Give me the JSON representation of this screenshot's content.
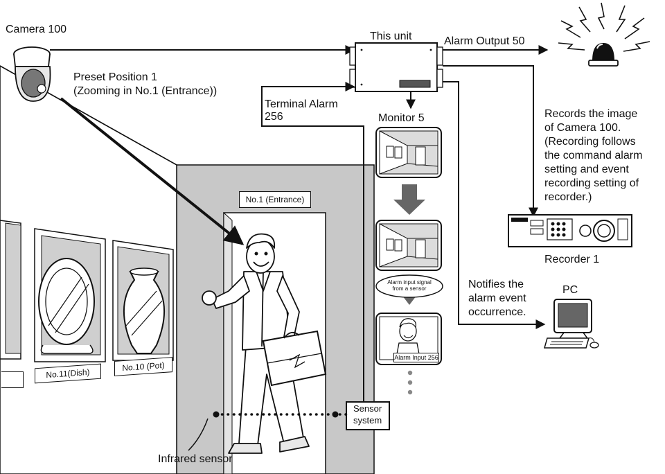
{
  "labels": {
    "camera": "Camera 100",
    "preset_line1": "Preset Position 1",
    "preset_line2": "(Zooming in No.1 (Entrance))",
    "this_unit": "This unit",
    "alarm_output": "Alarm Output 50",
    "terminal_alarm_line1": "Terminal Alarm",
    "terminal_alarm_line2": "256",
    "monitor": "Monitor 5",
    "records_lines": [
      "Records the image",
      "of Camera 100.",
      "(Recording follows",
      "the command alarm",
      "setting and event",
      "recording setting of",
      "recorder.)"
    ],
    "recorder": "Recorder 1",
    "notifies_lines": [
      "Notifies the",
      "alarm event",
      "occurrence."
    ],
    "pc": "PC",
    "entrance_sign": "No.1 (Entrance)",
    "dish_sign": "No.11(Dish)",
    "pot_sign": "No.10 (Pot)",
    "alarm_signal_line1": "Alarm input signal",
    "alarm_signal_line2": "from a sensor",
    "alarm_input_badge": "Alarm Input 256",
    "sensor_line1": "Sensor",
    "sensor_line2": "system",
    "infrared": "Infrared sensor"
  }
}
